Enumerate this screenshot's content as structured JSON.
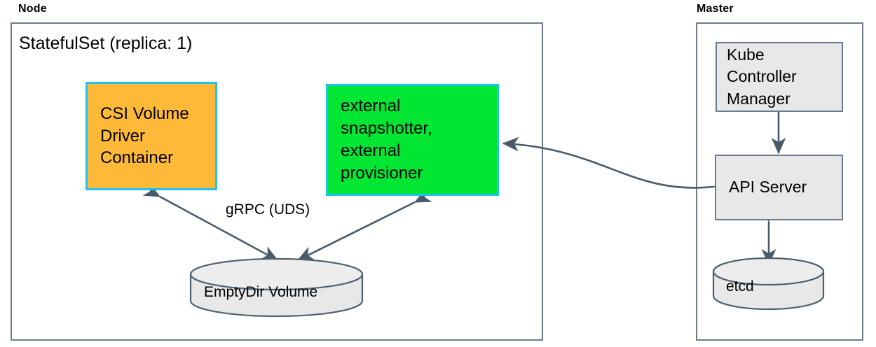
{
  "diagram": {
    "title_node": "Node",
    "title_master": "Master",
    "statefulset_label": "StatefulSet (replica: 1)"
  },
  "node": {
    "csi_container": {
      "line1": "CSI Volume",
      "line2": "Driver",
      "line3": "Container",
      "fill": "#ffb938",
      "border": "#1fc3f3"
    },
    "sidecars": {
      "line1": "external",
      "line2": "snapshotter,",
      "line3": "external",
      "line4": "provisioner",
      "fill": "#00e632",
      "border": "#1fc3f3"
    },
    "volume": {
      "label": "EmptyDir Volume",
      "fill": "#e8e8e8",
      "border": "#50616e"
    },
    "grpc_label": "gRPC (UDS)"
  },
  "master": {
    "kube_controller_manager": {
      "line1": "Kube",
      "line2": "Controller",
      "line3": "Manager",
      "fill": "#e8e8e8",
      "border": "#6c7b8b"
    },
    "api_server": {
      "label": "API Server",
      "fill": "#e8e8e8",
      "border": "#6c7b8b"
    },
    "etcd": {
      "label": "etcd",
      "fill": "#e8e8e8",
      "border": "#50616e"
    }
  },
  "style": {
    "arrow_color": "#4a5a6a",
    "group_border": "#6c7b8b",
    "background": "#ffffff"
  }
}
